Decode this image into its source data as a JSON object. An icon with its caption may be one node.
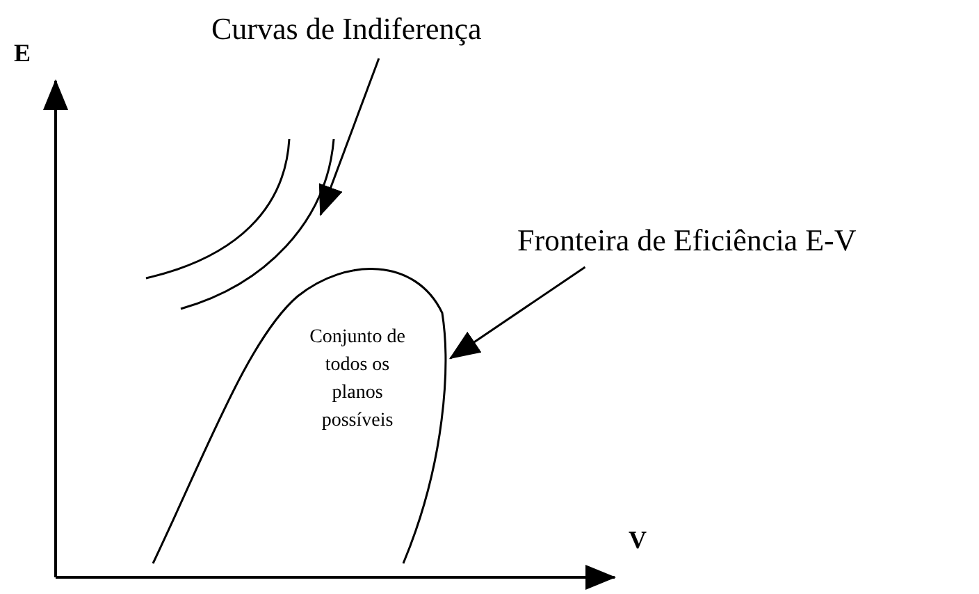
{
  "diagram": {
    "nodes": [
      {
        "text": [
          "Curvas de Indiferença"
        ]
      },
      {
        "text": [],
        "shape": "curve"
      },
      {
        "text": [
          "Fronteira de Eficiência E-V"
        ]
      },
      {
        "text": [
          "Conjunto de todos os planos possíveis"
        ]
      }
    ],
    "edges": [
      {
        "from": 0,
        "to": 1,
        "arrow": "to"
      },
      {
        "from": 2,
        "to": 3,
        "arrow": "to"
      }
    ],
    "labels": [
      "E",
      "V"
    ]
  }
}
